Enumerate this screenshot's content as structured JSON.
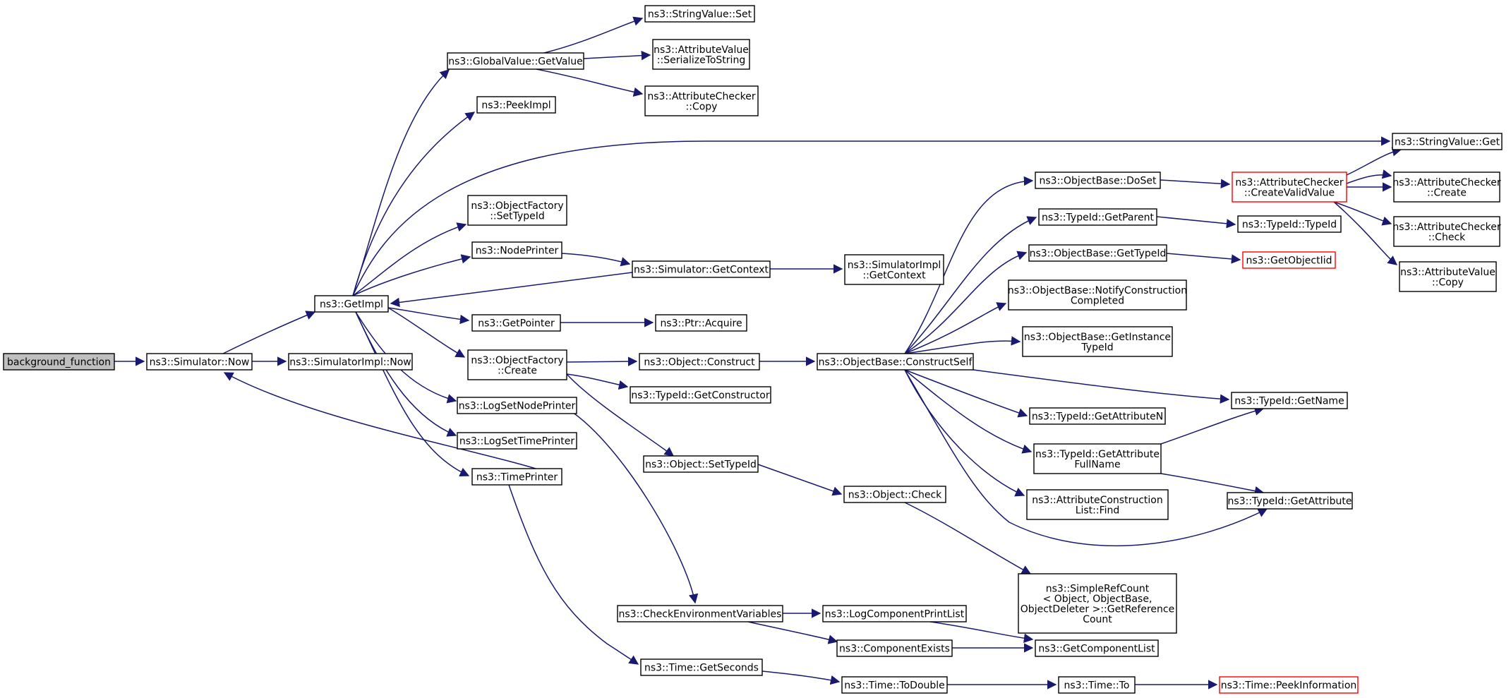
{
  "diagram": {
    "nodes": [
      {
        "id": "bg",
        "lines": [
          "background_function"
        ],
        "style": "root"
      },
      {
        "id": "now",
        "lines": [
          "ns3::Simulator::Now"
        ]
      },
      {
        "id": "implnow",
        "lines": [
          "ns3::SimulatorImpl::Now"
        ]
      },
      {
        "id": "getimpl",
        "lines": [
          "ns3::GetImpl"
        ]
      },
      {
        "id": "gvget",
        "lines": [
          "ns3::GlobalValue::GetValue"
        ]
      },
      {
        "id": "svset",
        "lines": [
          "ns3::StringValue::Set"
        ]
      },
      {
        "id": "avser",
        "lines": [
          "ns3::AttributeValue",
          "::SerializeToString"
        ]
      },
      {
        "id": "accopy",
        "lines": [
          "ns3::AttributeChecker",
          "::Copy"
        ]
      },
      {
        "id": "peek",
        "lines": [
          "ns3::PeekImpl"
        ]
      },
      {
        "id": "svget",
        "lines": [
          "ns3::StringValue::Get"
        ]
      },
      {
        "id": "ofset",
        "lines": [
          "ns3::ObjectFactory",
          "::SetTypeId"
        ]
      },
      {
        "id": "nodeprinter",
        "lines": [
          "ns3::NodePrinter"
        ]
      },
      {
        "id": "simctx",
        "lines": [
          "ns3::Simulator::GetContext"
        ]
      },
      {
        "id": "implctx",
        "lines": [
          "ns3::SimulatorImpl",
          "::GetContext"
        ]
      },
      {
        "id": "getptr",
        "lines": [
          "ns3::GetPointer"
        ]
      },
      {
        "id": "ptracq",
        "lines": [
          "ns3::Ptr::Acquire"
        ]
      },
      {
        "id": "ofcreate",
        "lines": [
          "ns3::ObjectFactory",
          "::Create"
        ]
      },
      {
        "id": "objconstr",
        "lines": [
          "ns3::Object::Construct"
        ]
      },
      {
        "id": "tidctor",
        "lines": [
          "ns3::TypeId::GetConstructor"
        ]
      },
      {
        "id": "obcs",
        "lines": [
          "ns3::ObjectBase::ConstructSelf"
        ]
      },
      {
        "id": "lsnp",
        "lines": [
          "ns3::LogSetNodePrinter"
        ]
      },
      {
        "id": "lstp",
        "lines": [
          "ns3::LogSetTimePrinter"
        ]
      },
      {
        "id": "tprinter",
        "lines": [
          "ns3::TimePrinter"
        ]
      },
      {
        "id": "objsettid",
        "lines": [
          "ns3::Object::SetTypeId"
        ]
      },
      {
        "id": "objcheck",
        "lines": [
          "ns3::Object::Check"
        ]
      },
      {
        "id": "obdoset",
        "lines": [
          "ns3::ObjectBase::DoSet"
        ]
      },
      {
        "id": "accvv",
        "lines": [
          "ns3::AttributeChecker",
          "::CreateValidValue"
        ],
        "style": "red"
      },
      {
        "id": "accreate",
        "lines": [
          "ns3::AttributeChecker",
          "::Create"
        ]
      },
      {
        "id": "accheck",
        "lines": [
          "ns3::AttributeChecker",
          "::Check"
        ]
      },
      {
        "id": "avcopy",
        "lines": [
          "ns3::AttributeValue",
          "::Copy"
        ]
      },
      {
        "id": "tidparent",
        "lines": [
          "ns3::TypeId::GetParent"
        ]
      },
      {
        "id": "tidtid",
        "lines": [
          "ns3::TypeId::TypeId"
        ]
      },
      {
        "id": "obgettid",
        "lines": [
          "ns3::ObjectBase::GetTypeId"
        ]
      },
      {
        "id": "getobjiid",
        "lines": [
          "ns3::GetObjectIid"
        ],
        "style": "red"
      },
      {
        "id": "obnotify",
        "lines": [
          "ns3::ObjectBase::NotifyConstruction",
          "Completed"
        ]
      },
      {
        "id": "obinst",
        "lines": [
          "ns3::ObjectBase::GetInstance",
          "TypeId"
        ]
      },
      {
        "id": "tidname",
        "lines": [
          "ns3::TypeId::GetName"
        ]
      },
      {
        "id": "tidattrn",
        "lines": [
          "ns3::TypeId::GetAttributeN"
        ]
      },
      {
        "id": "tidattrfull",
        "lines": [
          "ns3::TypeId::GetAttribute",
          "FullName"
        ]
      },
      {
        "id": "tidattr",
        "lines": [
          "ns3::TypeId::GetAttribute"
        ]
      },
      {
        "id": "acfind",
        "lines": [
          "ns3::AttributeConstruction",
          "List::Find"
        ]
      },
      {
        "id": "srcount",
        "lines": [
          "ns3::SimpleRefCount",
          "< Object, ObjectBase,",
          "ObjectDeleter >::GetReference",
          "Count"
        ]
      },
      {
        "id": "checkenv",
        "lines": [
          "ns3::CheckEnvironmentVariables"
        ]
      },
      {
        "id": "lcpl",
        "lines": [
          "ns3::LogComponentPrintList"
        ]
      },
      {
        "id": "compexists",
        "lines": [
          "ns3::ComponentExists"
        ]
      },
      {
        "id": "getcomplist",
        "lines": [
          "ns3::GetComponentList"
        ]
      },
      {
        "id": "timegetsec",
        "lines": [
          "ns3::Time::GetSeconds"
        ]
      },
      {
        "id": "timetodouble",
        "lines": [
          "ns3::Time::ToDouble"
        ]
      },
      {
        "id": "timeto",
        "lines": [
          "ns3::Time::To"
        ]
      },
      {
        "id": "timepeek",
        "lines": [
          "ns3::Time::PeekInformation"
        ],
        "style": "red"
      }
    ]
  }
}
